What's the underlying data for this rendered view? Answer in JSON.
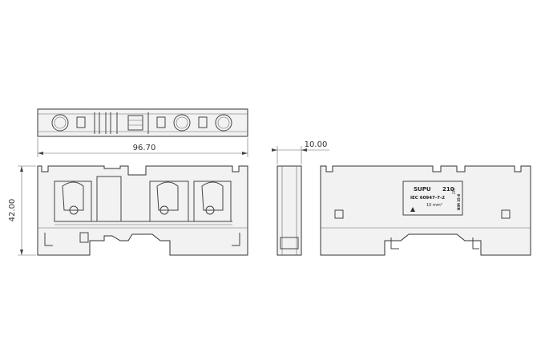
{
  "dimensions": {
    "width": "96.70",
    "height": "42.00",
    "thickness": "10.00"
  },
  "side_label": {
    "brand": "SUPU",
    "model": "210",
    "standard": "IEC 60947-7-2",
    "cross_section": "10 mm²",
    "side_small_1": "ZP0",
    "side_small_2": "NIM 35-8"
  }
}
